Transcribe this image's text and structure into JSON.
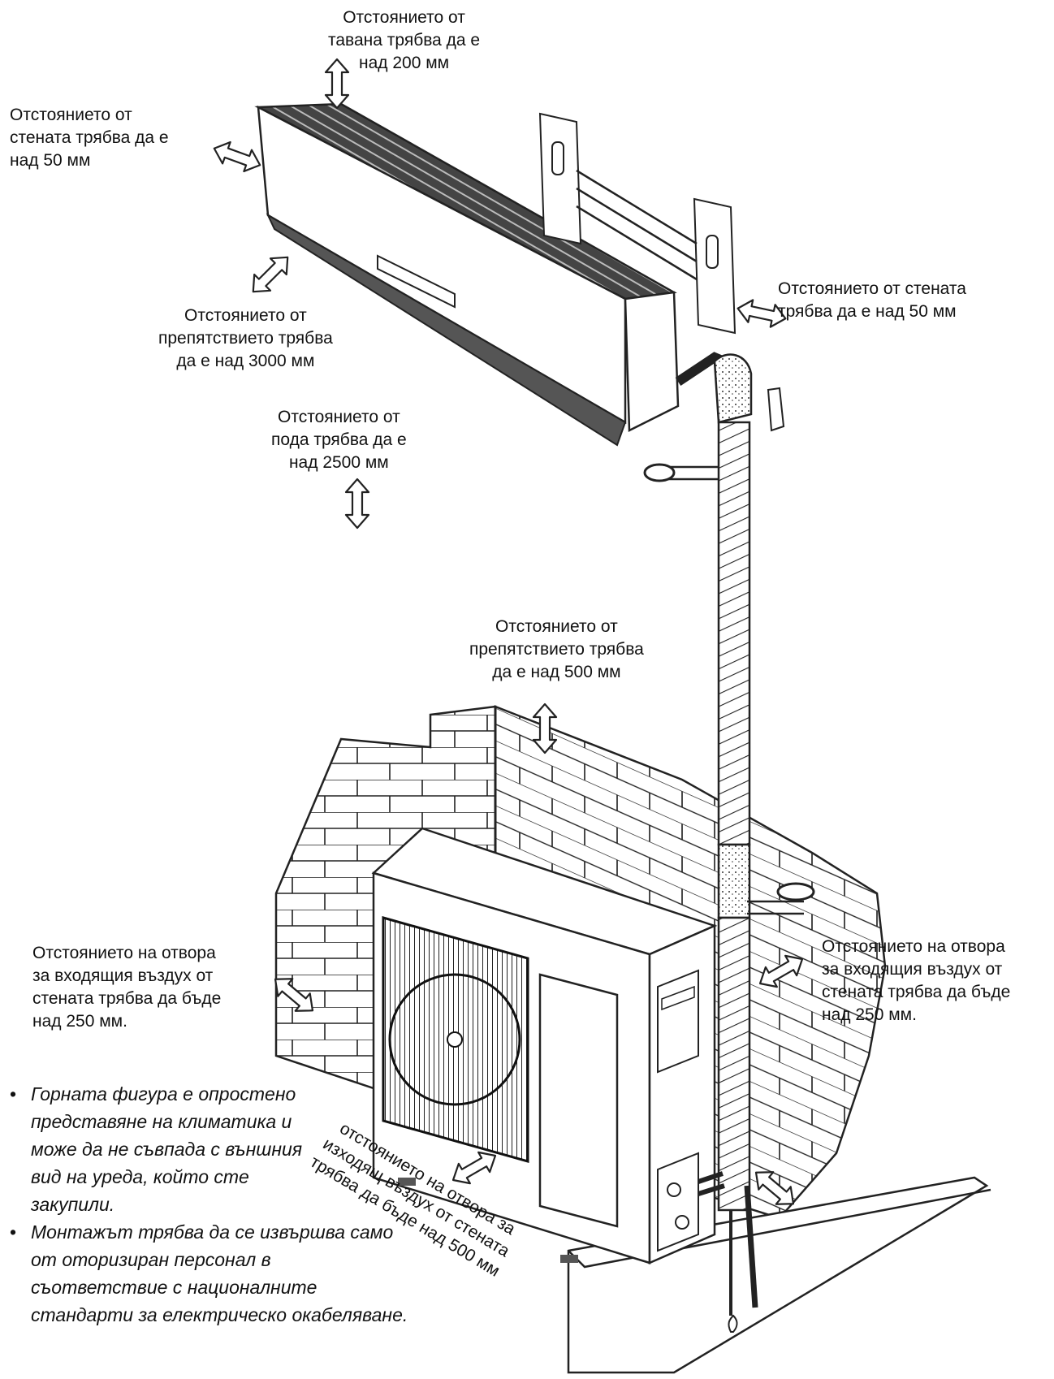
{
  "labels": {
    "ceiling": [
      "Отстоянието от",
      "тавана трябва да е",
      "над 200 мм"
    ],
    "wall_left": [
      "Отстоянието от",
      "стената трябва да е",
      "над 50 мм"
    ],
    "wall_right": [
      "Отстоянието от стената",
      "трябва да е над 50 мм"
    ],
    "obstacle_front": [
      "Отстоянието от",
      "препятствието трябва",
      "да е над 3000 мм"
    ],
    "floor": [
      "Отстоянието от",
      "пода трябва да е",
      "над 2500 мм"
    ],
    "obstacle_top": [
      "Отстоянието от",
      "препятствието трябва",
      "да е над 500 мм"
    ],
    "intake_left": [
      "Отстоянието на отвора",
      "за входящия въздух от",
      "стената трябва да бъде",
      "над 250 мм."
    ],
    "intake_right": [
      "Отстоянието на отвора",
      "за входящия въздух от",
      "стената трябва да бъде",
      "над 250 мм."
    ],
    "outlet": [
      "отстоянието на отвора за",
      "изходящ въздух от стената",
      "трябва да бъде над 500 мм"
    ]
  },
  "notes": [
    "Горната фигура е опростено представяне на климатика и може да не съвпада с външния вид на уреда, който сте закупили.",
    "Монтажът трябва да се извършва само от оторизиран персонал в съответствие с националните стандарти за електрическо окабеляване."
  ]
}
